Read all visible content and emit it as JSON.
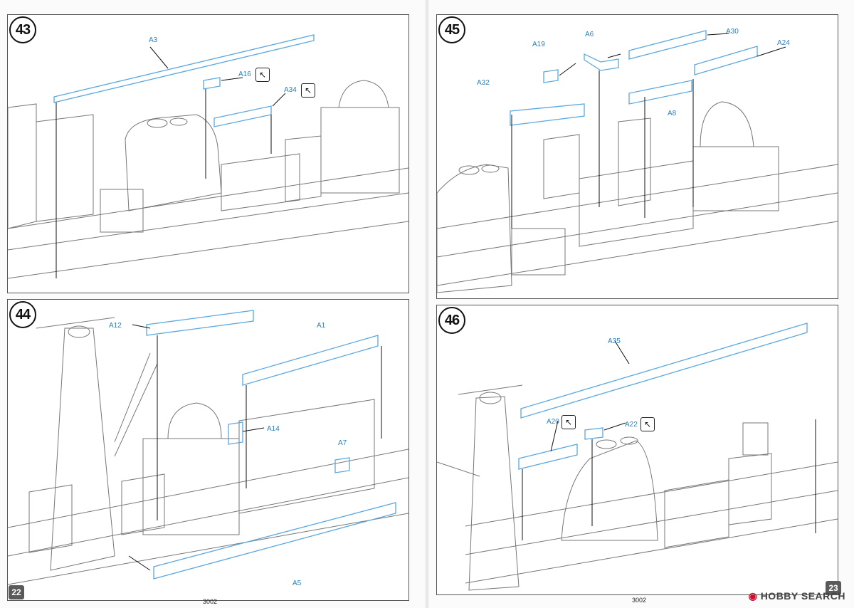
{
  "pages": [
    {
      "number": "22",
      "code": "3002"
    },
    {
      "number": "23",
      "code": "3002"
    }
  ],
  "steps": [
    {
      "number": "43",
      "labels": [
        "A3",
        "A16",
        "A34"
      ]
    },
    {
      "number": "44",
      "labels": [
        "A12",
        "A1",
        "A14",
        "A7",
        "A5"
      ]
    },
    {
      "number": "45",
      "labels": [
        "A19",
        "A6",
        "A30",
        "A24",
        "A32",
        "A8"
      ]
    },
    {
      "number": "46",
      "labels": [
        "A35",
        "A20",
        "A22"
      ]
    }
  ],
  "watermark": {
    "brand_mark": "◉",
    "text": "HOBBY SEARCH"
  },
  "colors": {
    "part_blue": "#2a7fbf",
    "rail_blue": "#5aa8df",
    "line_art": "#555555"
  }
}
